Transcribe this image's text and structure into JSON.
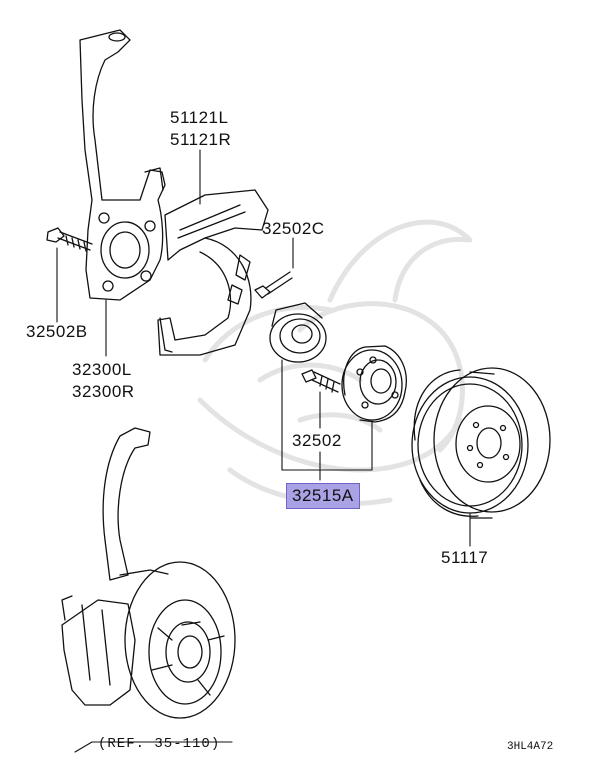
{
  "parts": {
    "shield_left": "51121L",
    "shield_right": "51121R",
    "bolt_shield": "32502C",
    "bolt_knuckle": "32502B",
    "knuckle_left": "32300L",
    "knuckle_right": "32300R",
    "hub_bolt": "32502",
    "hub_assembly": "32515A",
    "brake_disc": "51117"
  },
  "reference": "(REF. 35-110)",
  "diagram_code": "3HL4A72",
  "colors": {
    "highlight": "#a9a3e6",
    "line": "#111111",
    "watermark": "#e6e6e6"
  }
}
